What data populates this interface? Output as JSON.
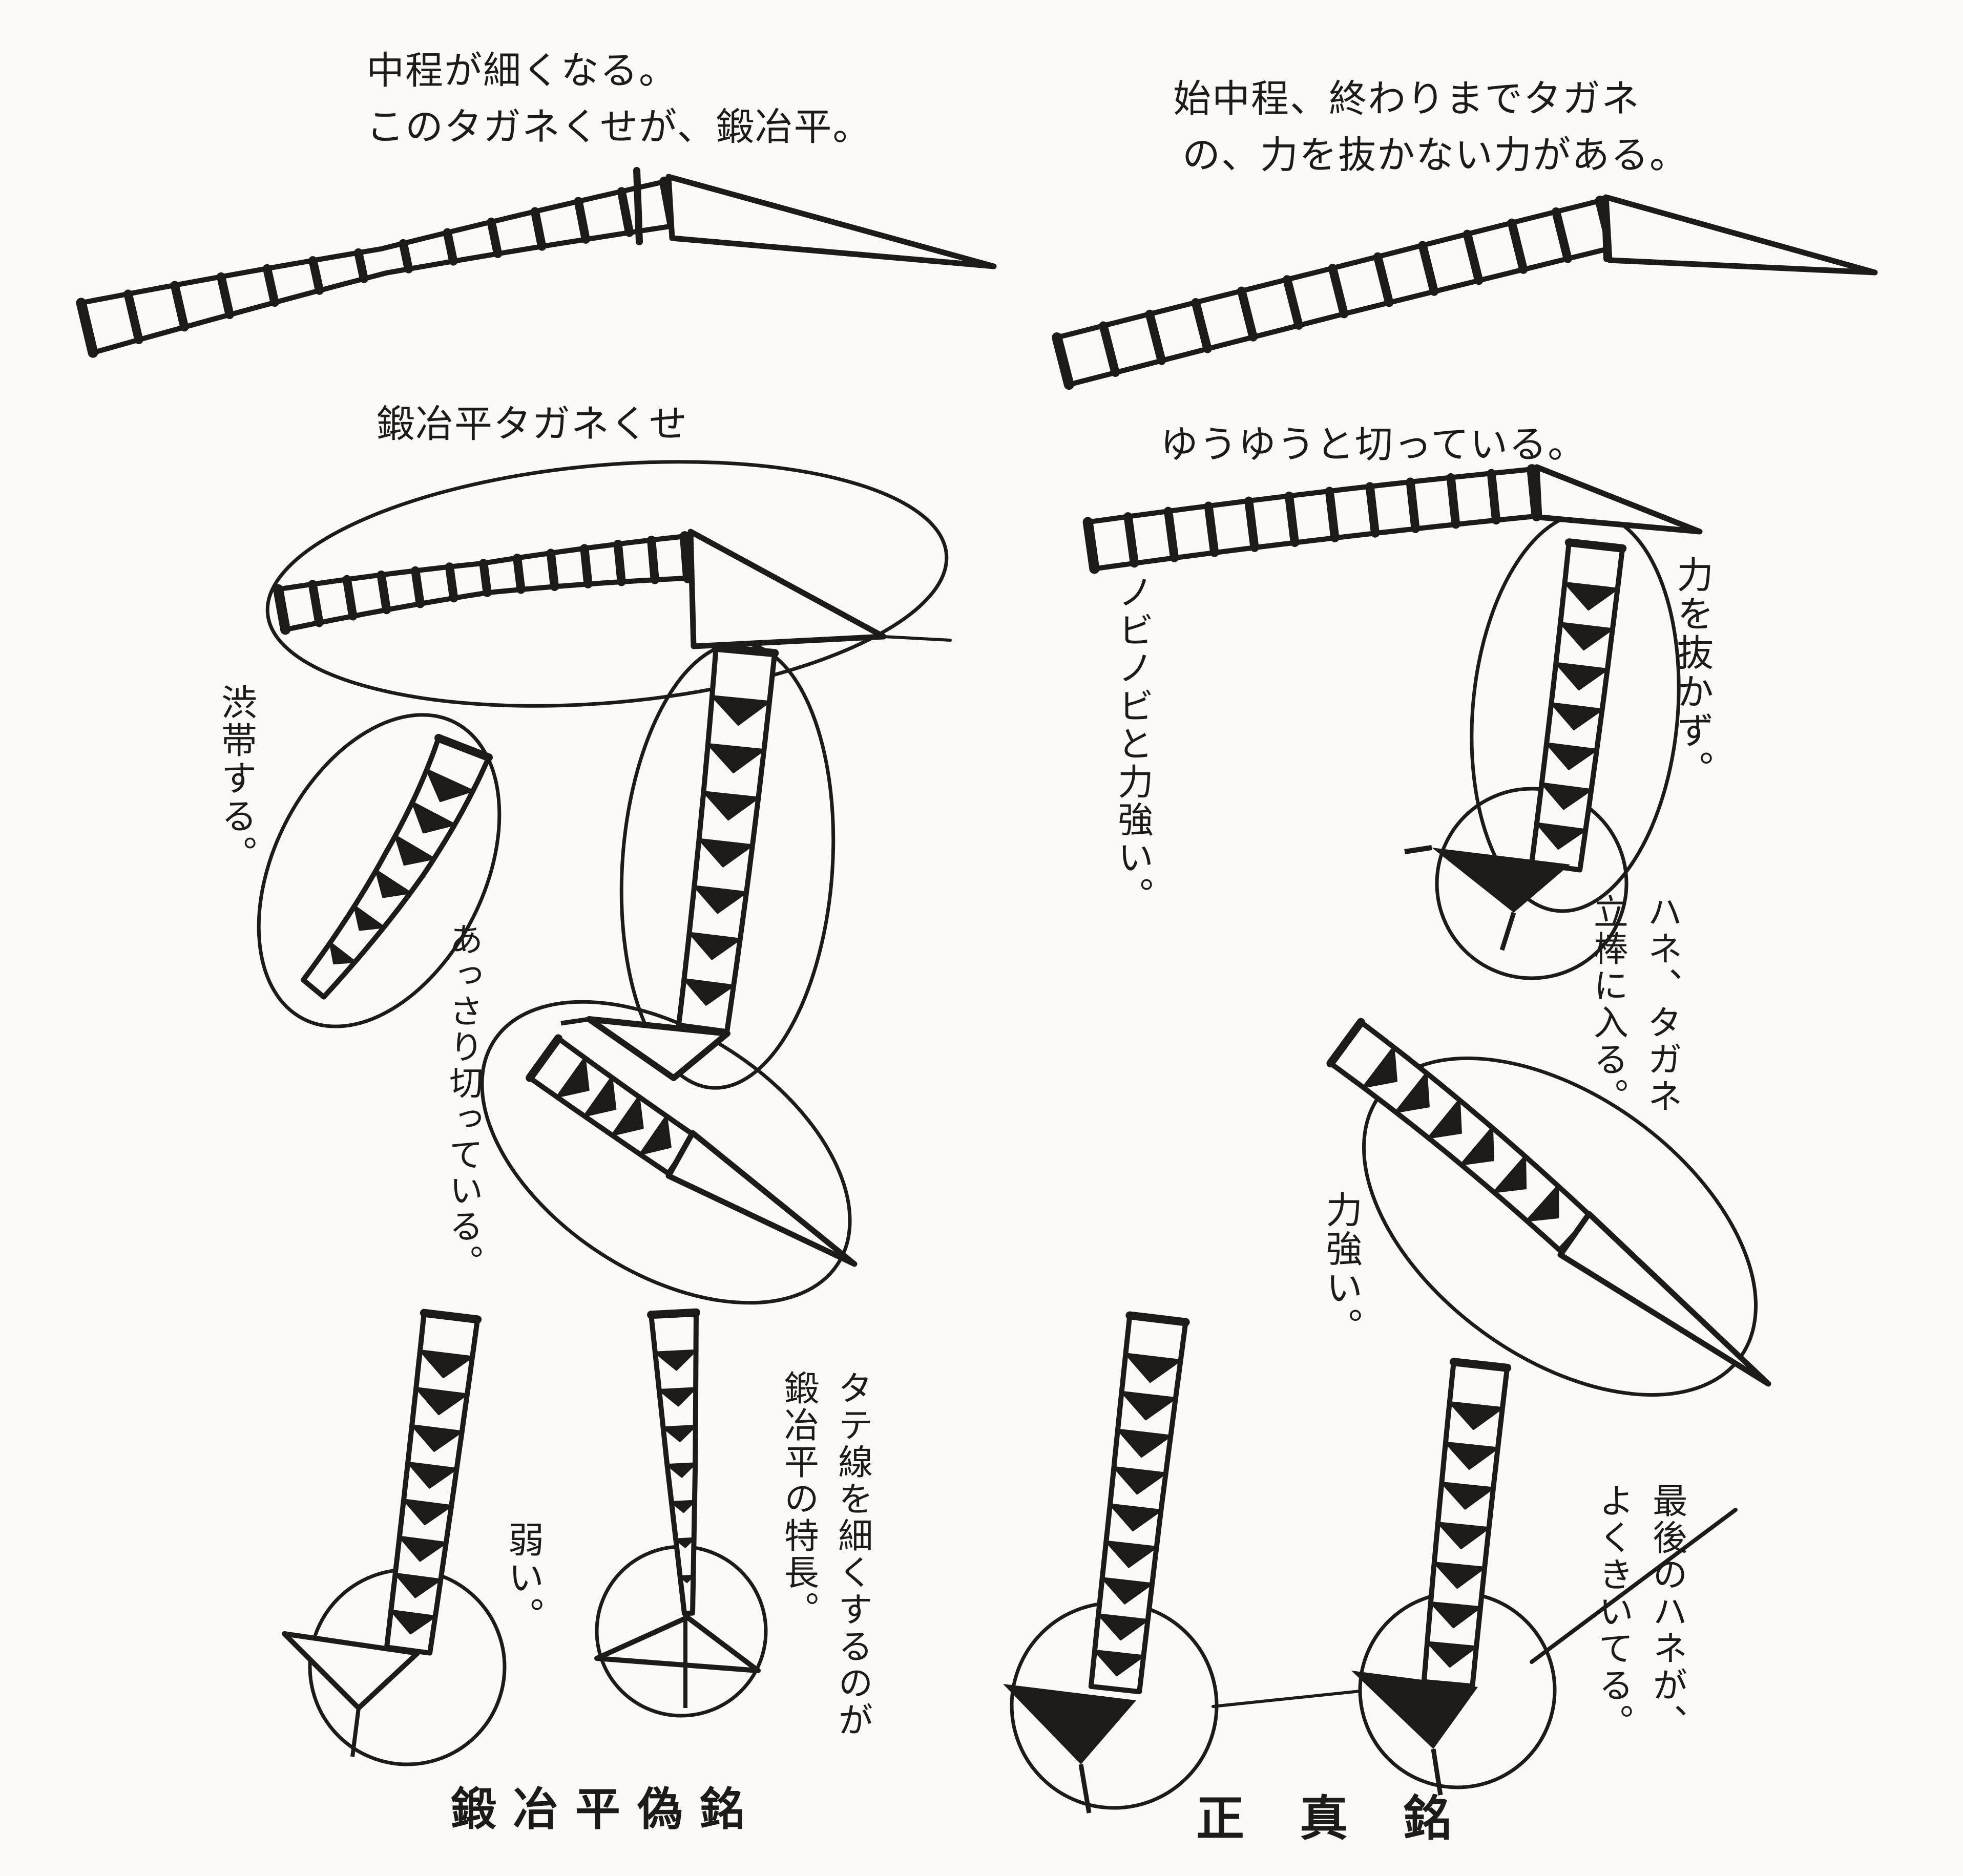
{
  "colors": {
    "ink": "#1c1b18",
    "paper": "#fbfaf6"
  },
  "annotations": {
    "top_left_line1": "中程が細くなる。",
    "top_left_line2": "このタガネくせが、鍛冶平。",
    "top_right_line1": "始中程、終わりまでタガネ",
    "top_right_line2": "の、力を抜かない力がある。",
    "left_header": "鍛冶平タガネくせ",
    "right_header": "ゆうゆうと切っている。",
    "shibutai": "渋帯する。",
    "assari": "あっさり切っている。",
    "nobinobi": "ノビノビと力強い。",
    "chikara_nukazu": "力を抜かず。",
    "hane_tagane_col1": "ハネ、タガネ",
    "hane_tagane_col2": "立棒に入る。",
    "chikarazuyoi": "力強い。",
    "yowai": "弱い。",
    "tatesen_col1": "タテ線を細くするのが",
    "tatesen_col2": "鍛冶平の特長。",
    "saigo_col1": "最後のハネが、",
    "saigo_col2": "よくきいてる。"
  },
  "captions": {
    "bottom_left": "鍛冶平偽銘",
    "bottom_right": "正真銘"
  }
}
